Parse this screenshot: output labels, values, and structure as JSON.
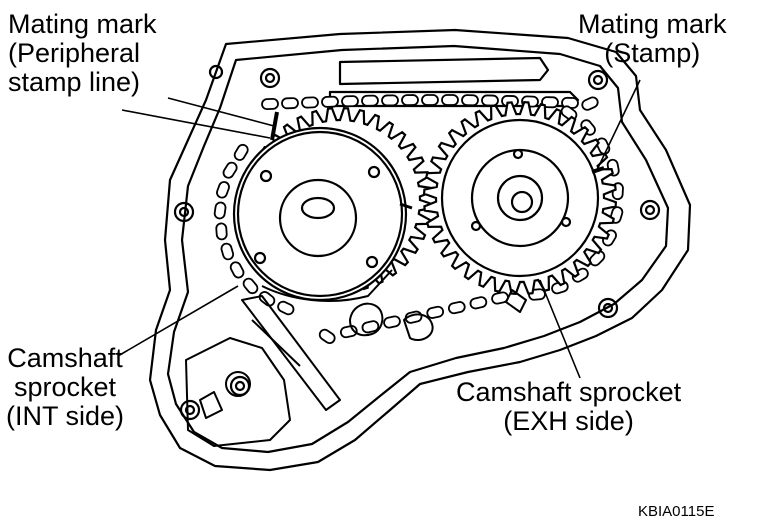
{
  "labels": {
    "mating_mark_int": {
      "line1": "Mating mark",
      "line2": "(Peripheral",
      "line3": "stamp line)"
    },
    "mating_mark_exh": {
      "line1": "Mating mark",
      "line2": "(Stamp)"
    },
    "sprocket_int": {
      "line1": "Camshaft",
      "line2": "sprocket",
      "line3": "(INT side)"
    },
    "sprocket_exh": {
      "line1": "Camshaft sprocket",
      "line2": "(EXH side)"
    }
  },
  "figure_code": "KBIA0115E",
  "colors": {
    "ink": "#000000",
    "paper": "#ffffff"
  }
}
